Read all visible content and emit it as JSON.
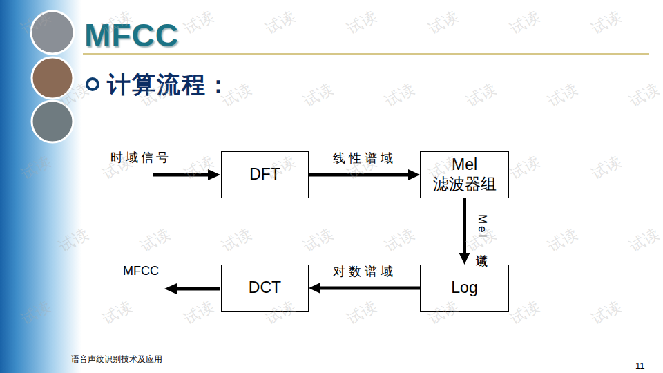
{
  "diagram": {
    "title": "MFCC",
    "nodes": [
      {
        "text": [
          "DFT"
        ]
      },
      {
        "text": [
          "Mel 滤波器组"
        ]
      },
      {
        "text": [
          "Log"
        ]
      },
      {
        "text": [
          "DCT"
        ]
      }
    ],
    "edges": [
      {
        "from": 0,
        "to": 1,
        "label": "线性谱域",
        "arrow": "to"
      },
      {
        "from": 1,
        "to": 2,
        "label": "Mel 谱域",
        "arrow": "to"
      },
      {
        "from": 2,
        "to": 3,
        "label": "对数谱域",
        "arrow": "to"
      }
    ],
    "labels": [
      "计算流程：",
      "时域信号",
      "MFCC",
      "语音声纹识别技术及应用",
      "11",
      "试读",
      "试读",
      "试读",
      "试读",
      "试读",
      "试读",
      "试读",
      "试读",
      "试读",
      "试读",
      "试读",
      "试读",
      "试读",
      "试读",
      "试读",
      "试读",
      "试读",
      "试读",
      "试读",
      "试读",
      "试读",
      "试读",
      "试读",
      "试读",
      "试读",
      "试读",
      "试读",
      "试读",
      "试读",
      "试读",
      "试读",
      "试读",
      "试读",
      "试读",
      "试读",
      "试读",
      "试读",
      "试读",
      "试读",
      "试读"
    ]
  }
}
